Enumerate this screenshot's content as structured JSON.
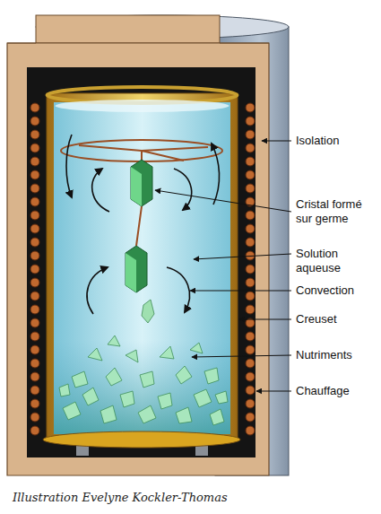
{
  "diagram": {
    "caption": "Illustration Evelyne Kockler-Thomas",
    "labels": [
      "Isolation",
      "Cristal formé sur germe",
      "Solution aqueuse",
      "Convection",
      "Creuset",
      "Nutriments",
      "Chauffage"
    ]
  }
}
